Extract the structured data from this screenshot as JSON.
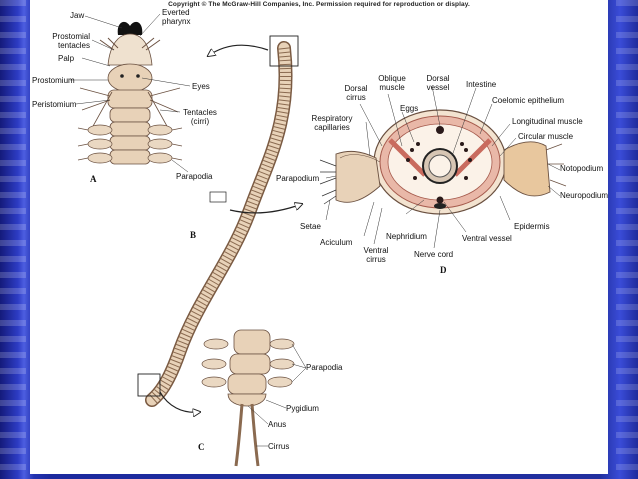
{
  "copyright": "Copyright © The McGraw-Hill Companies, Inc. Permission required for reproduction or display.",
  "panels": {
    "a": "A",
    "b": "B",
    "c": "C",
    "d": "D"
  },
  "labels_a": {
    "jaw": "Jaw",
    "everted_pharynx": "Everted pharynx",
    "prostomial_tentacles": "Prostomial tentacles",
    "palp": "Palp",
    "prostomium": "Prostomium",
    "eyes": "Eyes",
    "peristomium": "Peristomium",
    "tentacles_cirri": "Tentacles (cirri)",
    "parapodia": "Parapodia"
  },
  "labels_d": {
    "dorsal_cirrus": "Dorsal cirrus",
    "oblique_muscle": "Oblique muscle",
    "dorsal_vessel": "Dorsal vessel",
    "intestine": "Intestine",
    "eggs": "Eggs",
    "coelomic_epithelium": "Coelomic epithelium",
    "respiratory_capillaries": "Respiratory capillaries",
    "longitudinal_muscle": "Longitudinal muscle",
    "circular_muscle": "Circular muscle",
    "parapodium": "Parapodium",
    "notopodium": "Notopodium",
    "neuropodium": "Neuropodium",
    "setae": "Setae",
    "epidermis": "Epidermis",
    "aciculum": "Aciculum",
    "nephridium": "Nephridium",
    "ventral_vessel": "Ventral vessel",
    "ventral_cirrus": "Ventral cirrus",
    "nerve_cord": "Nerve cord"
  },
  "labels_c": {
    "parapodia": "Parapodia",
    "pygidium": "Pygidium",
    "anus": "Anus",
    "cirrus": "Cirrus"
  },
  "colors": {
    "body": "#e8d2b8",
    "segment_line": "#8a6a50",
    "muscle": "#c96b5e",
    "dark_vessel": "#2a1a1a"
  }
}
